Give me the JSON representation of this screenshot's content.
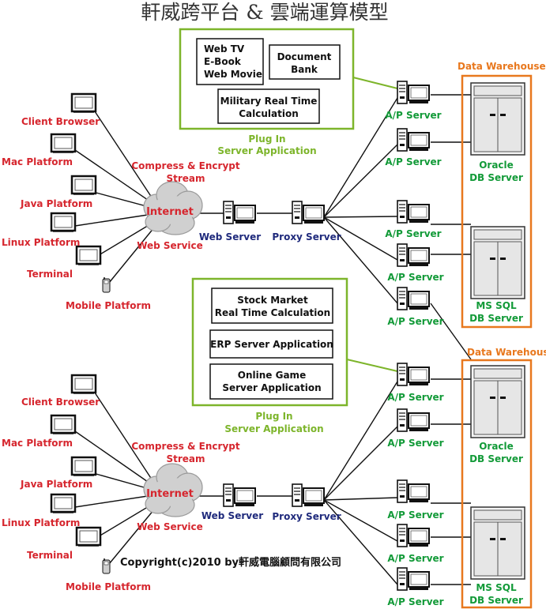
{
  "title": "軒威跨平台 & 雲端運算模型",
  "copyright": "Copyright(c)2010 by軒威電腦顧問有限公司",
  "colors": {
    "client_label": "#d6262e",
    "server_label": "#129a38",
    "web_proxy_label": "#1f2a7c",
    "warehouse": "#e8781e",
    "plugin": "#7db52b"
  },
  "top": {
    "clients": [
      "Client Browser",
      "Mac Platform",
      "Java Platform",
      "Linux Platform",
      "Terminal",
      "Mobile Platform"
    ],
    "compress": [
      "Compress & Encrypt",
      "Stream"
    ],
    "internet": "Internet",
    "web_service": "Web Service",
    "web_server": "Web Server",
    "proxy_server": "Proxy Server",
    "plugin_boxes": [
      {
        "lines": [
          "Web TV",
          "E-Book",
          "Web Movie"
        ]
      },
      {
        "lines": [
          "Document",
          "Bank"
        ]
      },
      {
        "lines": [
          "Military Real Time",
          "Calculation"
        ]
      }
    ],
    "plugin_caption": [
      "Plug In",
      "Server Application"
    ],
    "ap_server": "A/P Server",
    "warehouse_label": "Data Warehouse",
    "db1": [
      "Oracle",
      "DB Server"
    ],
    "db2": [
      "MS SQL",
      "DB Server"
    ]
  },
  "bottom": {
    "clients": [
      "Client Browser",
      "Mac Platform",
      "Java Platform",
      "Linux Platform",
      "Terminal",
      "Mobile Platform"
    ],
    "compress": [
      "Compress & Encrypt",
      "Stream"
    ],
    "internet": "Internet",
    "web_service": "Web Service",
    "web_server": "Web Server",
    "proxy_server": "Proxy Server",
    "plugin_boxes": [
      {
        "lines": [
          "Stock Market",
          "Real Time Calculation"
        ]
      },
      {
        "lines": [
          "ERP Server Application"
        ]
      },
      {
        "lines": [
          "Online Game",
          "Server Application"
        ]
      }
    ],
    "plugin_caption": [
      "Plug In",
      "Server Application"
    ],
    "ap_server": "A/P Server",
    "warehouse_label": "Data Warehouse",
    "db1": [
      "Oracle",
      "DB Server"
    ],
    "db2": [
      "MS SQL",
      "DB Server"
    ]
  }
}
